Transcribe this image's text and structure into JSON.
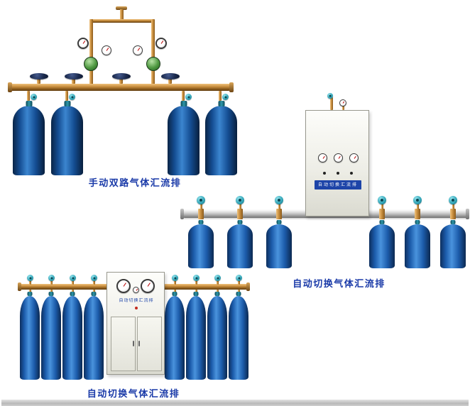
{
  "colors": {
    "page-bg": "#ffffff",
    "caption-blue": "#1a3aa8",
    "brass-light": "#e8b366",
    "brass-dark": "#7a4f16",
    "cylinder-blue-dark": "#144d92",
    "cylinder-blue-light": "#1c5cab",
    "teal-valve": "#2a9fb2",
    "silver-pipe": "#c9c9c9",
    "cabinet-bg": "#eeeee7"
  },
  "products": {
    "manual": {
      "caption": "手动双路气体汇流排"
    },
    "auto_right": {
      "caption": "自动切换气体汇流排",
      "cabinet_plate": "自动切换汇流排"
    },
    "auto_bottom": {
      "caption": "自动切换气体汇流排",
      "cabinet_label": "自动切换汇流排"
    }
  }
}
